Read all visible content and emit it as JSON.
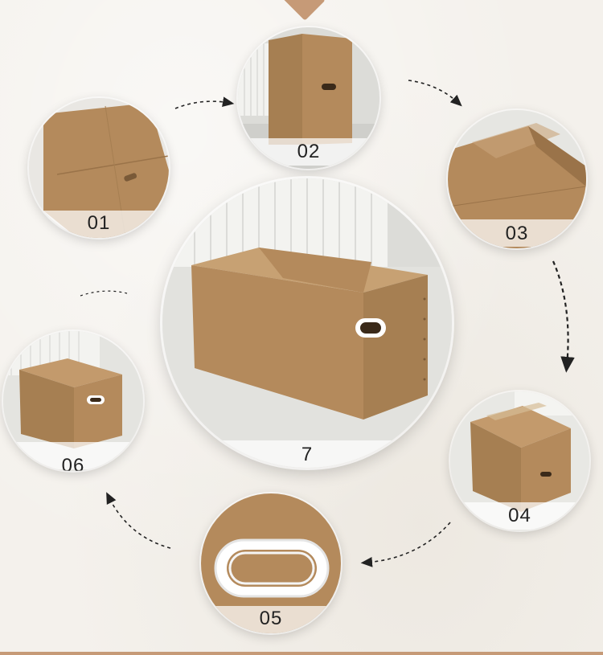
{
  "steps": [
    {
      "id": "01",
      "label": "01"
    },
    {
      "id": "02",
      "label": "02"
    },
    {
      "id": "03",
      "label": "03"
    },
    {
      "id": "04",
      "label": "04"
    },
    {
      "id": "05",
      "label": "05"
    },
    {
      "id": "06",
      "label": "06"
    }
  ],
  "final": {
    "label": "7"
  },
  "colors": {
    "background": "#f4f1ec",
    "accent": "#c69a77",
    "cardboard": "#b48a5c",
    "cardboard_dark": "#9a7349",
    "arrow": "#222222"
  }
}
